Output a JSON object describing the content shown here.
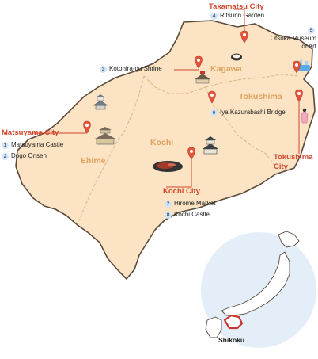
{
  "colors": {
    "land": "#fbe3c4",
    "outline": "#5b4a3a",
    "border": "#dcb98c",
    "accent": "#d0482c",
    "prefecture_label": "#e0a15e",
    "badge_fill": "#d3e3f4",
    "inset_circle": "#e4eef9",
    "highlight": "#c8372d"
  },
  "prefectures": {
    "kagawa": "Kagawa",
    "tokushima": "Tokushima",
    "kochi": "Kochi",
    "ehime": "Ehime"
  },
  "cities": {
    "takamatsu": "Takamatsu City",
    "matsuyama": "Matsuyama City",
    "kochi": "Kochi City",
    "tokushima_line1": "Tokushima",
    "tokushima_line2": "City"
  },
  "spots": [
    {
      "num": "1",
      "name": "Matsuyama Castle"
    },
    {
      "num": "2",
      "name": "Dogo Onsen"
    },
    {
      "num": "3",
      "name": "Kotohira-gu Shrine"
    },
    {
      "num": "4",
      "name": "Ritsurin Garden"
    },
    {
      "num": "5",
      "name_line1": "Otsuka Museum",
      "name_line2": "of Art"
    },
    {
      "num": "6",
      "name": "Iya Kazurabashi Bridge"
    },
    {
      "num": "7",
      "name": "Hirome Market"
    },
    {
      "num": "8",
      "name": "Kochi Castle"
    }
  ],
  "inset": {
    "label": "Shikoku"
  },
  "icons": [
    "map-pin-icon",
    "castle-icon",
    "onsen-building-icon",
    "shrine-icon",
    "udon-bowl-icon",
    "museum-art-icon",
    "vine-bridge-icon",
    "seared-bonito-icon"
  ]
}
